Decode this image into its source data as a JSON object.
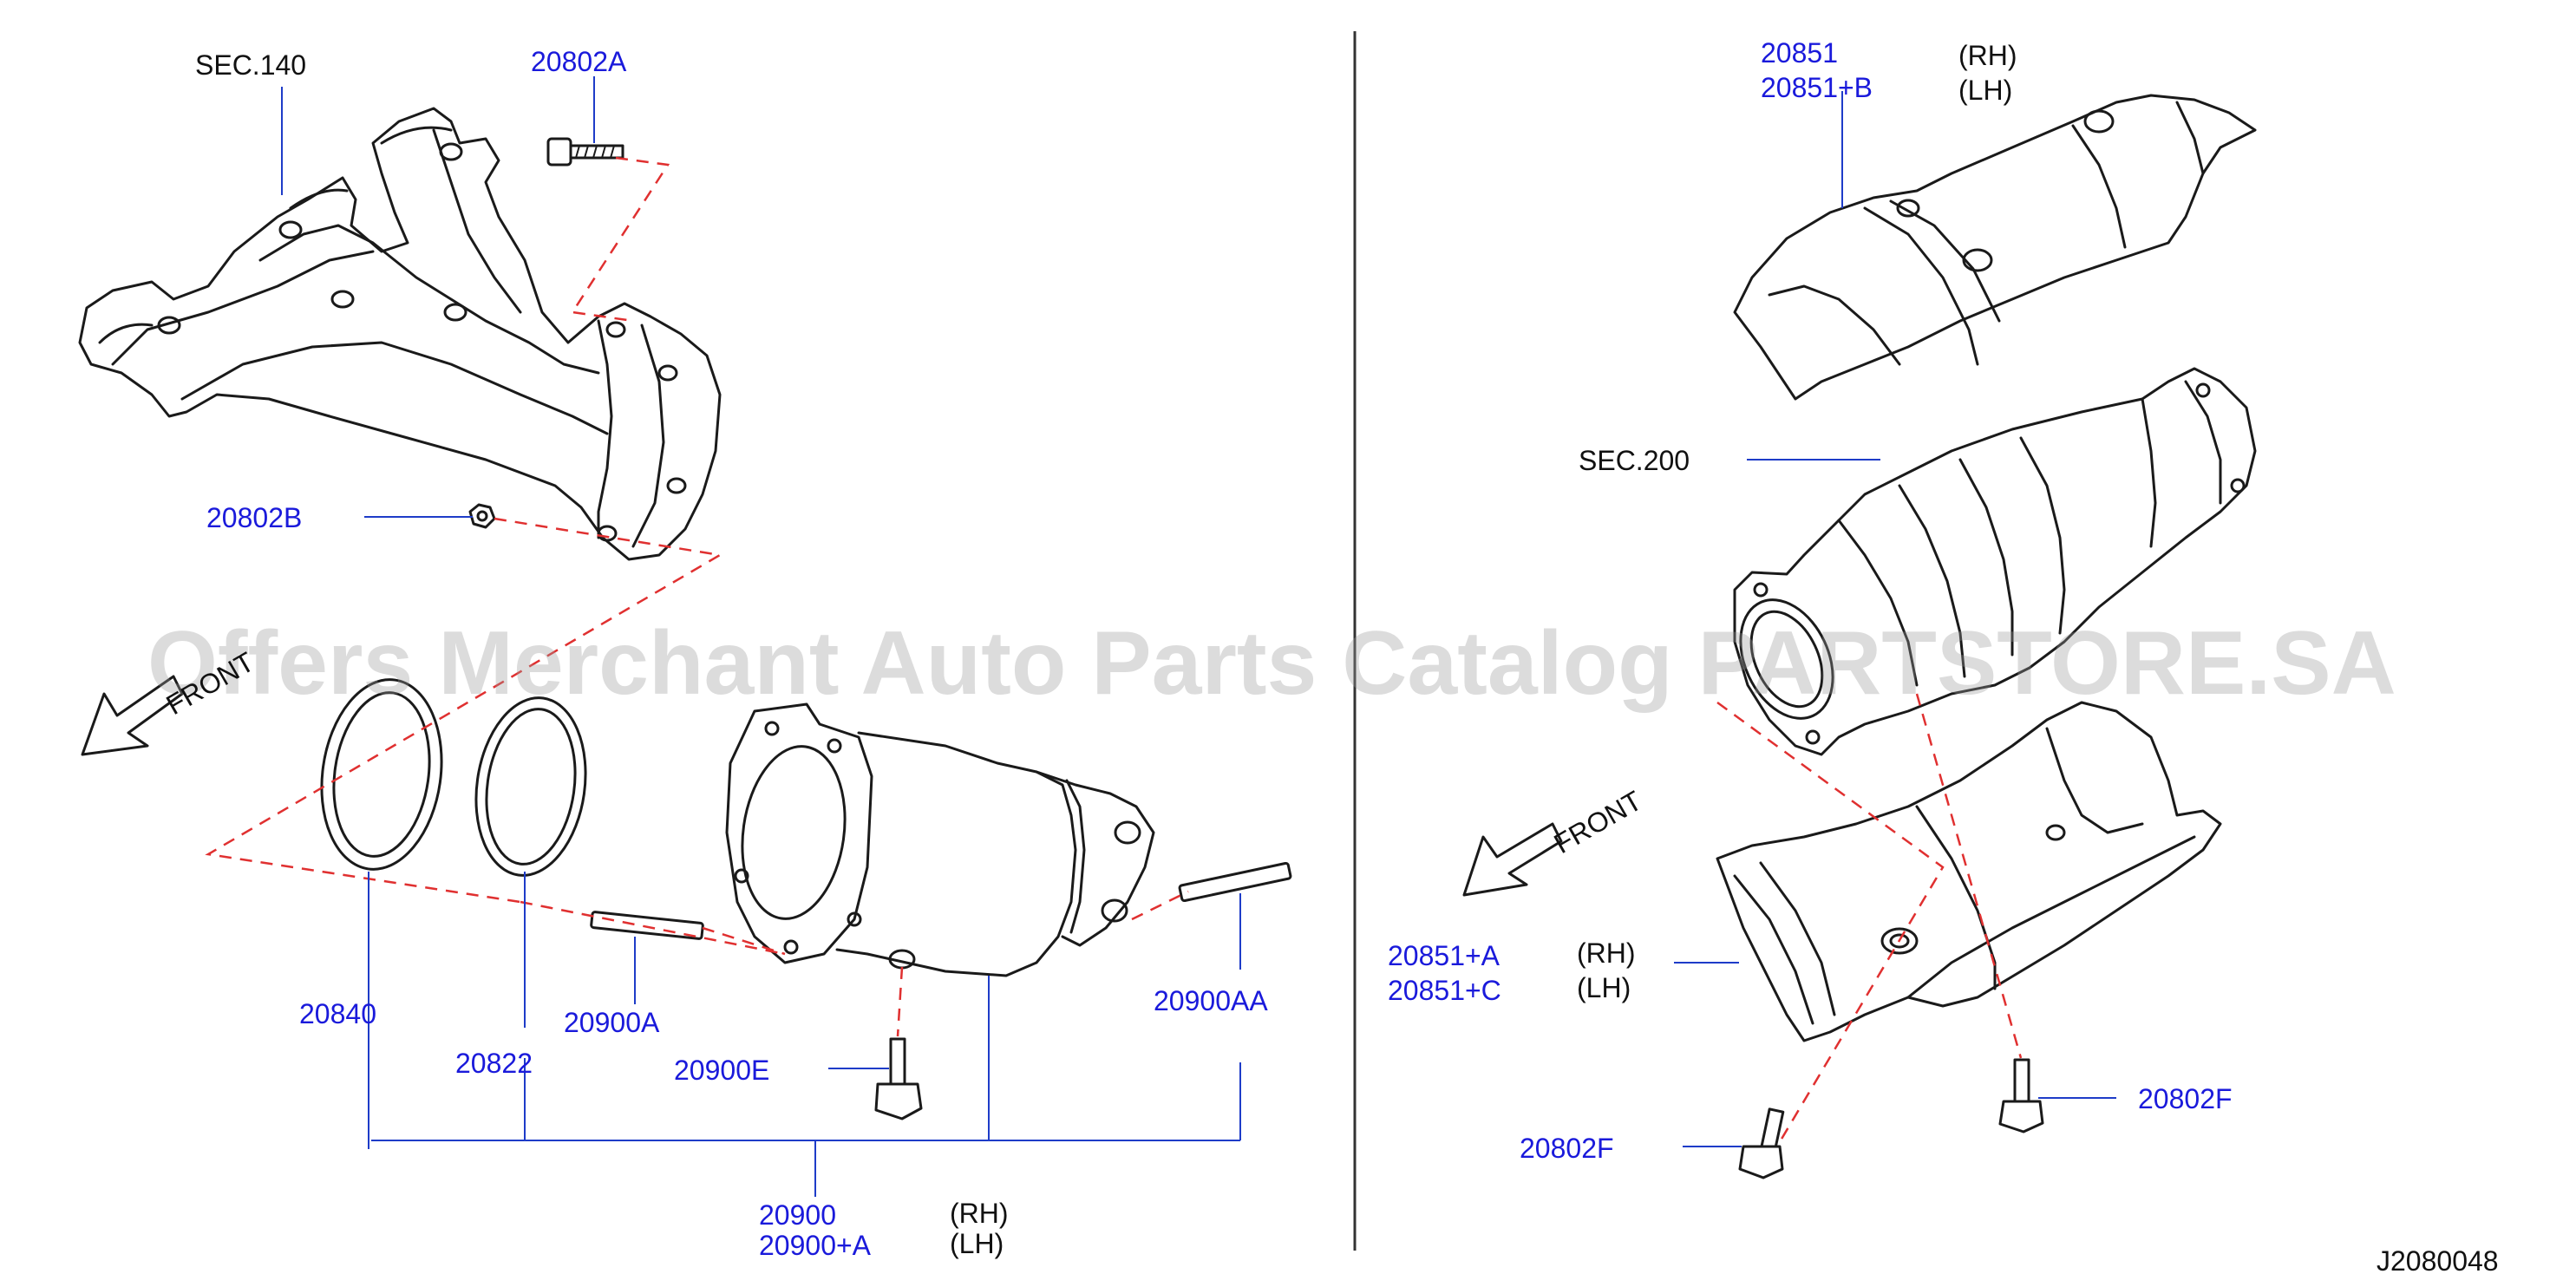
{
  "labels": {
    "sec140": "SEC.140",
    "sec200": "SEC.200",
    "front_left": "FRONT",
    "front_right": "FRONT",
    "rh1": "(RH)",
    "lh1": "(LH)",
    "rh2": "(RH)",
    "lh2": "(LH)",
    "rh3": "(RH)",
    "lh3": "(LH)",
    "diagram_id": "J2080048"
  },
  "parts": {
    "p20802A": "20802A",
    "p20802B": "20802B",
    "p20840": "20840",
    "p20822": "20822",
    "p20900A": "20900A",
    "p20900E": "20900E",
    "p20900AA": "20900AA",
    "p20900": "20900",
    "p20900plusA": "20900+A",
    "p20851": "20851",
    "p20851plusB": "20851+B",
    "p20851plusA": "20851+A",
    "p20851plusC": "20851+C",
    "p20802F_right": "20802F",
    "p20802F_left": "20802F"
  },
  "watermark": "Offers Merchant Auto Parts Catalog PARTSTORE.SA",
  "colors": {
    "part_number": "#1a1adb",
    "leader_line": "#1e3cc8",
    "dash_line": "#e03030",
    "drawing": "#1a1a1a",
    "watermark": "#9a9a9a"
  }
}
